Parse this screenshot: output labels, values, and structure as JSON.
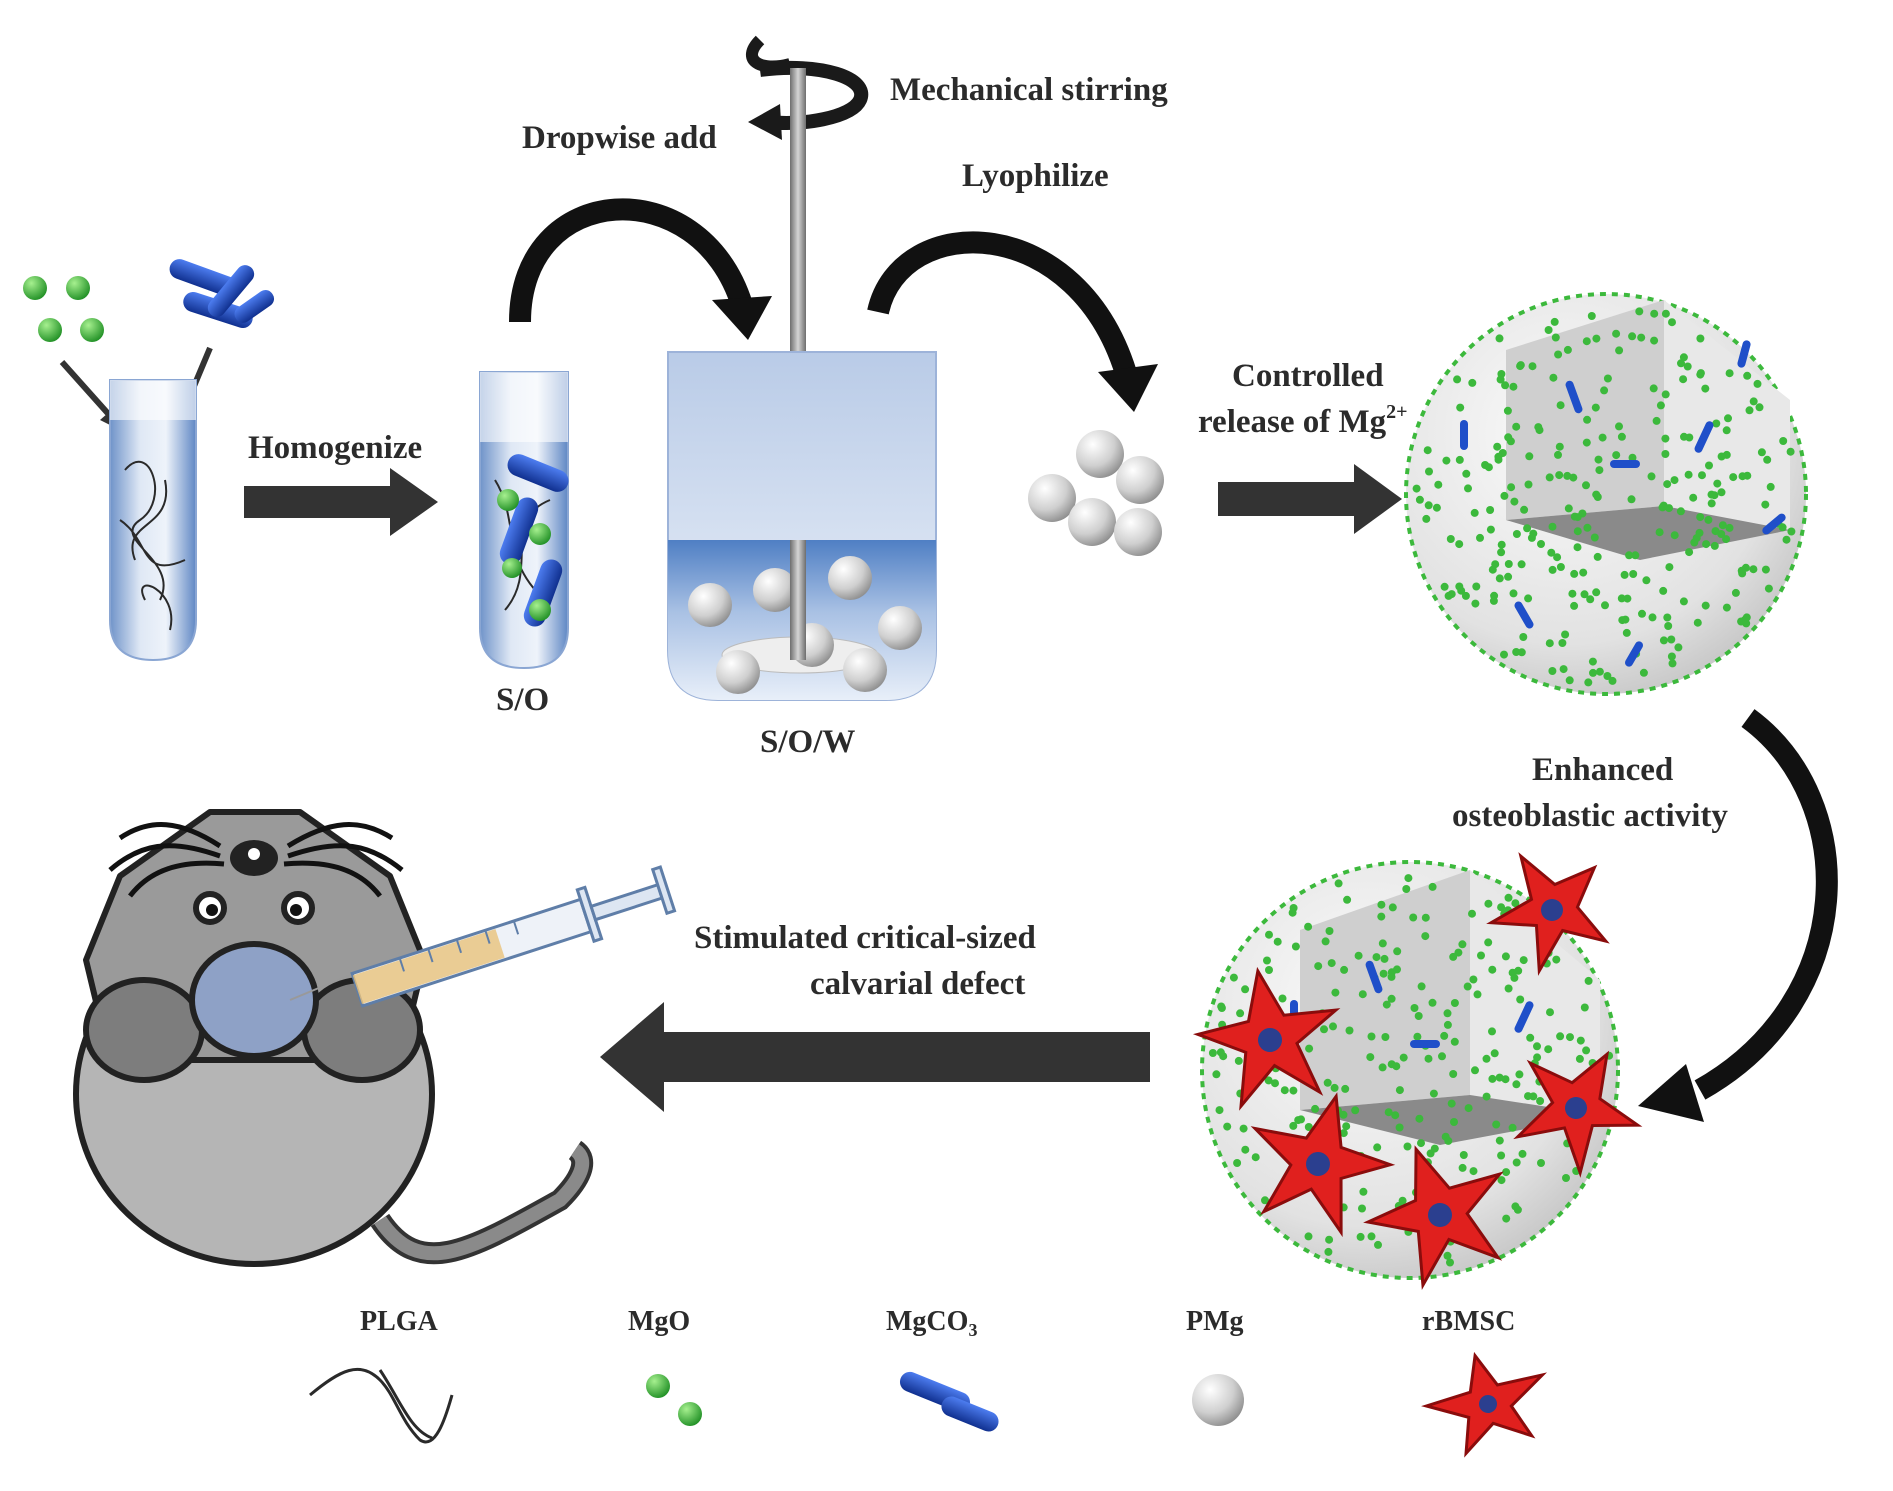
{
  "labels": {
    "mechanical_stirring": "Mechanical stirring",
    "dropwise_add": "Dropwise add",
    "lyophilize": "Lyophilize",
    "homogenize": "Homogenize",
    "so": "S/O",
    "sow": "S/O/W",
    "controlled_release_line1": "Controlled",
    "controlled_release_line2": "release of Mg",
    "controlled_release_sup": "2+",
    "enhanced_line1": "Enhanced",
    "enhanced_line2": "osteoblastic activity",
    "stimulated_line1": "Stimulated critical-sized",
    "stimulated_line2": "calvarial defect"
  },
  "legend": [
    {
      "label": "PLGA",
      "icon": "plga-fiber-icon"
    },
    {
      "label": "MgO",
      "icon": "mgo-particle-icon"
    },
    {
      "label": "MgCO",
      "sub": "3",
      "icon": "mgco3-rod-icon"
    },
    {
      "label": "PMg",
      "icon": "pmg-microsphere-icon"
    },
    {
      "label": "rBMSC",
      "icon": "rbmsc-cell-icon"
    }
  ],
  "colors": {
    "arrow": "#333333",
    "mgo": "#3cb93c",
    "mgco3": "#1f4fc9",
    "cell": "#e0201e",
    "liquid": "#5a86c8",
    "sphere": "#d9d9d9"
  }
}
